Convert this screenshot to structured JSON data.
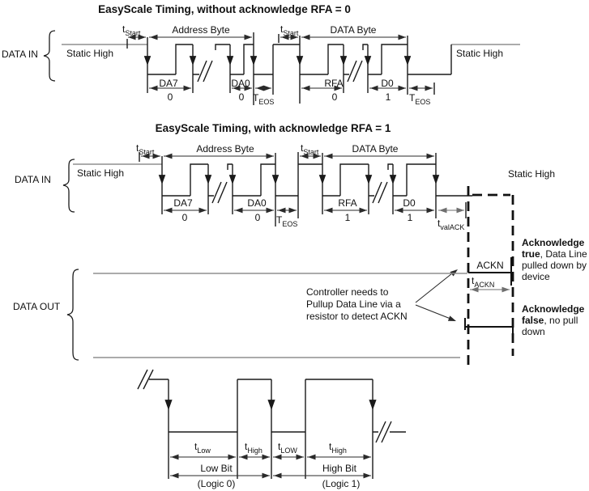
{
  "wf1": {
    "title": "EasyScale Timing, without acknowledge RFA = 0",
    "signal": "DATA IN",
    "static_high_left": "Static High",
    "static_high_right": "Static High",
    "t_start": {
      "base": "t",
      "sub": "Start"
    },
    "address_byte": "Address Byte",
    "data_byte": "DATA Byte",
    "t_eos": {
      "base": "T",
      "sub": "EOS"
    },
    "bits": {
      "da7": {
        "name": "DA7",
        "value": "0"
      },
      "da0": {
        "name": "DA0",
        "value": "0"
      },
      "rfa": {
        "name": "RFA",
        "value": "0"
      },
      "d0": {
        "name": "D0",
        "value": "1"
      }
    }
  },
  "wf2": {
    "title": "EasyScale Timing, with acknowledge RFA = 1",
    "signal": "DATA IN",
    "static_high_left": "Static High",
    "static_high_right": "Static High",
    "t_start": {
      "base": "t",
      "sub": "Start"
    },
    "address_byte": "Address Byte",
    "data_byte": "DATA Byte",
    "t_eos": {
      "base": "T",
      "sub": "EOS"
    },
    "t_valack": {
      "base": "t",
      "sub": "valACK"
    },
    "bits": {
      "da7": {
        "name": "DA7",
        "value": "0"
      },
      "da0": {
        "name": "DA0",
        "value": "0"
      },
      "rfa": {
        "name": "RFA",
        "value": "1"
      },
      "d0": {
        "name": "D0",
        "value": "1"
      }
    },
    "ackn_label": "ACKN",
    "t_ackn": {
      "base": "t",
      "sub": "ACKN"
    },
    "annotation": {
      "line1": "Controller needs to",
      "line2": "Pullup Data Line via a",
      "line3": "resistor to detect ACKN"
    },
    "ack_true": {
      "bold1": "Acknowledge",
      "bold2": "true",
      "rest2": ", Data Line",
      "line3": "pulled down by",
      "line4": "device"
    },
    "ack_false": {
      "bold1": "Acknowledge",
      "bold2": "false",
      "rest2": ", no pull",
      "line3": "down"
    }
  },
  "data_out": {
    "signal": "DATA OUT"
  },
  "bit_timing": {
    "t_low": {
      "base": "t",
      "sub": "Low"
    },
    "t_high": {
      "base": "t",
      "sub": "High"
    },
    "t_low_caps": {
      "base": "t",
      "sub": "LOW"
    },
    "t_high2": {
      "base": "t",
      "sub": "High"
    },
    "low_bit": "Low Bit",
    "low_bit_logic": "(Logic 0)",
    "high_bit": "High Bit",
    "high_bit_logic": "(Logic 1)"
  }
}
